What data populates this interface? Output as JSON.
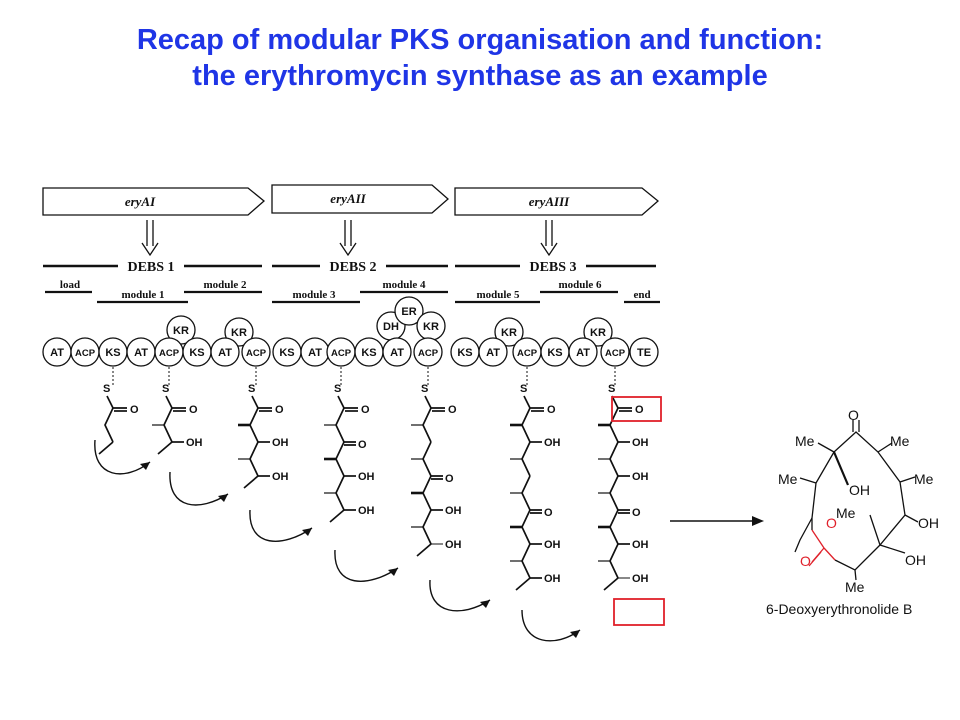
{
  "title": {
    "line1": "Recap of modular PKS organisation and function:",
    "line2": "the erythromycin synthase as an example"
  },
  "genes": [
    "eryAI",
    "eryAII",
    "eryAIII"
  ],
  "proteins": [
    "DEBS 1",
    "DEBS 2",
    "DEBS 3"
  ],
  "modules": [
    "load",
    "module 1",
    "module 2",
    "module 3",
    "module 4",
    "module 5",
    "module 6",
    "end"
  ],
  "domains": {
    "ks": "KS",
    "at": "AT",
    "acp": "ACP",
    "kr": "KR",
    "dh": "DH",
    "er": "ER",
    "te": "TE"
  },
  "chem": {
    "s": "S",
    "o": "O",
    "oh": "OH",
    "me": "Me"
  },
  "product": {
    "name": "6-Deoxyerythronolide B"
  },
  "colors": {
    "title": "#1f35e6",
    "highlight": "#e0202a",
    "ink": "#111111"
  }
}
